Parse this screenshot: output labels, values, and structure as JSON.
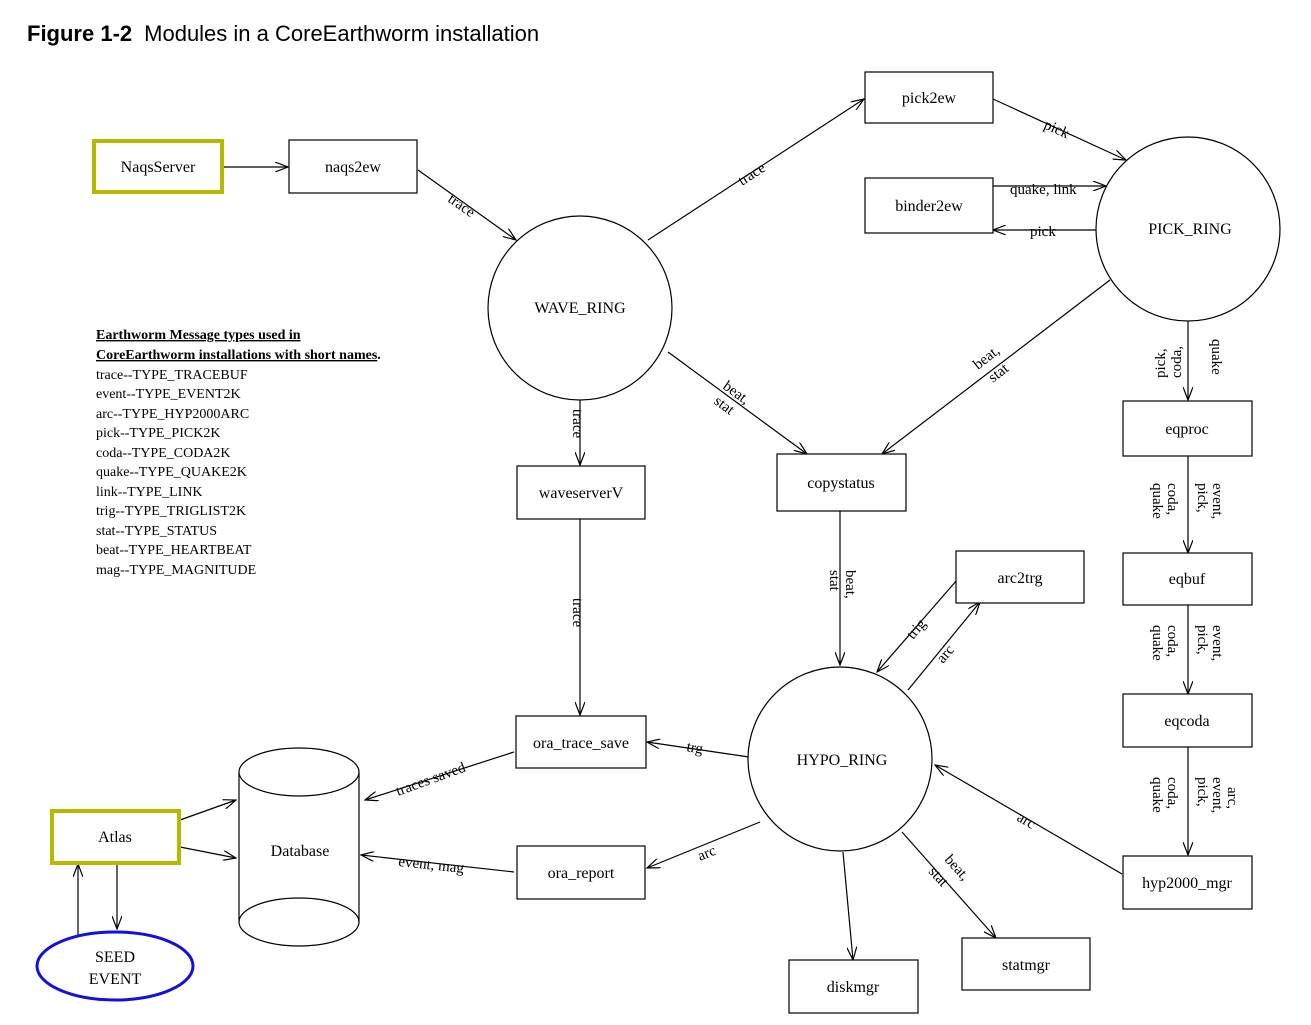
{
  "title": {
    "number": "Figure 1-2",
    "text": "Modules in a CoreEarthworm installation"
  },
  "colors": {
    "external_box": "#b8b800",
    "seed_ellipse": "#1010e0",
    "line": "#000000"
  },
  "nodes": {
    "naqsserver": "NaqsServer",
    "naqs2ew": "naqs2ew",
    "pick2ew": "pick2ew",
    "binder2ew": "binder2ew",
    "wave_ring": "WAVE_RING",
    "pick_ring": "PICK_RING",
    "hypo_ring": "HYPO_RING",
    "eqproc": "eqproc",
    "eqbuf": "eqbuf",
    "eqcoda": "eqcoda",
    "hyp2000_mgr": "hyp2000_mgr",
    "waveserverv": "waveserverV",
    "copystatus": "copystatus",
    "arc2trg": "arc2trg",
    "ora_trace_save": "ora_trace_save",
    "ora_report": "ora_report",
    "database": "Database",
    "atlas": "Atlas",
    "seed_event_line1": "SEED",
    "seed_event_line2": "EVENT",
    "diskmgr": "diskmgr",
    "statmgr": "statmgr"
  },
  "edges": {
    "naqs2ew_wave": "trace",
    "wave_pick2ew": "trace",
    "pick2ew_pick": "pick",
    "binder_to_pick": "quake, link",
    "pick_to_binder": "pick",
    "pick_copy_1": "beat,",
    "pick_copy_2": "stat",
    "wave_copy_1": "beat,",
    "wave_copy_2": "stat",
    "wave_waveserver": "trace",
    "waveserver_ora": "trace",
    "copy_hypo_1": "beat,",
    "copy_hypo_2": "stat",
    "pick_eqproc_1": "pick,",
    "pick_eqproc_2": "coda,",
    "pick_eqproc_3": "quake",
    "eqproc_eqbuf_1": "event,",
    "eqproc_eqbuf_2": "pick,",
    "eqproc_eqbuf_3": "coda,",
    "eqproc_eqbuf_4": "quake",
    "eqbuf_eqcoda_1": "event,",
    "eqbuf_eqcoda_2": "pick,",
    "eqbuf_eqcoda_3": "coda,",
    "eqbuf_eqcoda_4": "quake",
    "eqcoda_hyp_1": "arc,",
    "eqcoda_hyp_2": "event,",
    "eqcoda_hyp_3": "pick,",
    "eqcoda_hyp_4": "coda,",
    "eqcoda_hyp_5": "quake",
    "hyp_hypo": "arc",
    "arc2trg_trig": "trig",
    "hypo_arc2trg": "arc",
    "hypo_ora_trace": "trg",
    "hypo_ora_report": "arc",
    "ora_trace_db": "traces saved",
    "ora_report_db": "event, mag",
    "hypo_statmgr_1": "beat,",
    "hypo_statmgr_2": "stat"
  },
  "legend": {
    "heading_line1": "Earthworm Message types used in",
    "heading_line2": "CoreEarthworm installations with  short names",
    "heading_period": ".",
    "items": [
      "trace--TYPE_TRACEBUF",
      "event--TYPE_EVENT2K",
      "arc--TYPE_HYP2000ARC",
      "pick--TYPE_PICK2K",
      "coda--TYPE_CODA2K",
      "quake--TYPE_QUAKE2K",
      "link--TYPE_LINK",
      "trig--TYPE_TRIGLIST2K",
      "stat--TYPE_STATUS",
      "beat--TYPE_HEARTBEAT",
      "mag--TYPE_MAGNITUDE"
    ]
  }
}
